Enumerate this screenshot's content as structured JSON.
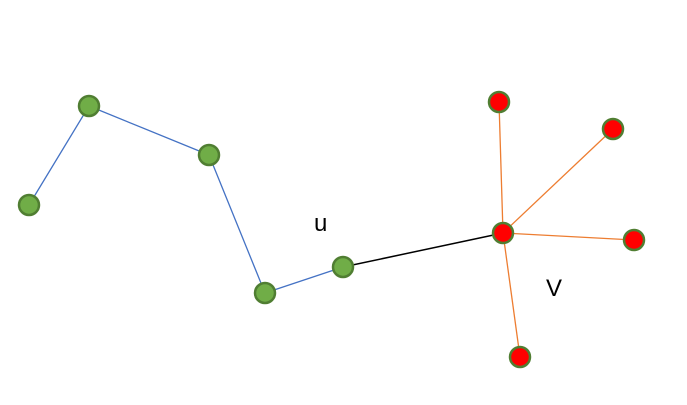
{
  "labels": {
    "u": "u",
    "v": "V"
  },
  "colors": {
    "path_edge": "#4472C4",
    "bridge_edge": "#000000",
    "star_edge": "#ED7D31",
    "green_fill": "#70AD47",
    "green_stroke": "#507E32",
    "red_fill": "#FF0000",
    "red_stroke": "#507E32"
  },
  "graph": {
    "nodes": [
      {
        "id": "g1",
        "group": "green"
      },
      {
        "id": "g2",
        "group": "green"
      },
      {
        "id": "g3",
        "group": "green"
      },
      {
        "id": "g4",
        "group": "green"
      },
      {
        "id": "u",
        "group": "green"
      },
      {
        "id": "v",
        "group": "red"
      },
      {
        "id": "r1",
        "group": "red"
      },
      {
        "id": "r2",
        "group": "red"
      },
      {
        "id": "r3",
        "group": "red"
      },
      {
        "id": "r4",
        "group": "red"
      }
    ],
    "edges": [
      {
        "from": "g1",
        "to": "g2",
        "kind": "path"
      },
      {
        "from": "g2",
        "to": "g3",
        "kind": "path"
      },
      {
        "from": "g3",
        "to": "g4",
        "kind": "path"
      },
      {
        "from": "g4",
        "to": "u",
        "kind": "path"
      },
      {
        "from": "u",
        "to": "v",
        "kind": "bridge"
      },
      {
        "from": "v",
        "to": "r1",
        "kind": "star"
      },
      {
        "from": "v",
        "to": "r2",
        "kind": "star"
      },
      {
        "from": "v",
        "to": "r3",
        "kind": "star"
      },
      {
        "from": "v",
        "to": "r4",
        "kind": "star"
      }
    ]
  }
}
